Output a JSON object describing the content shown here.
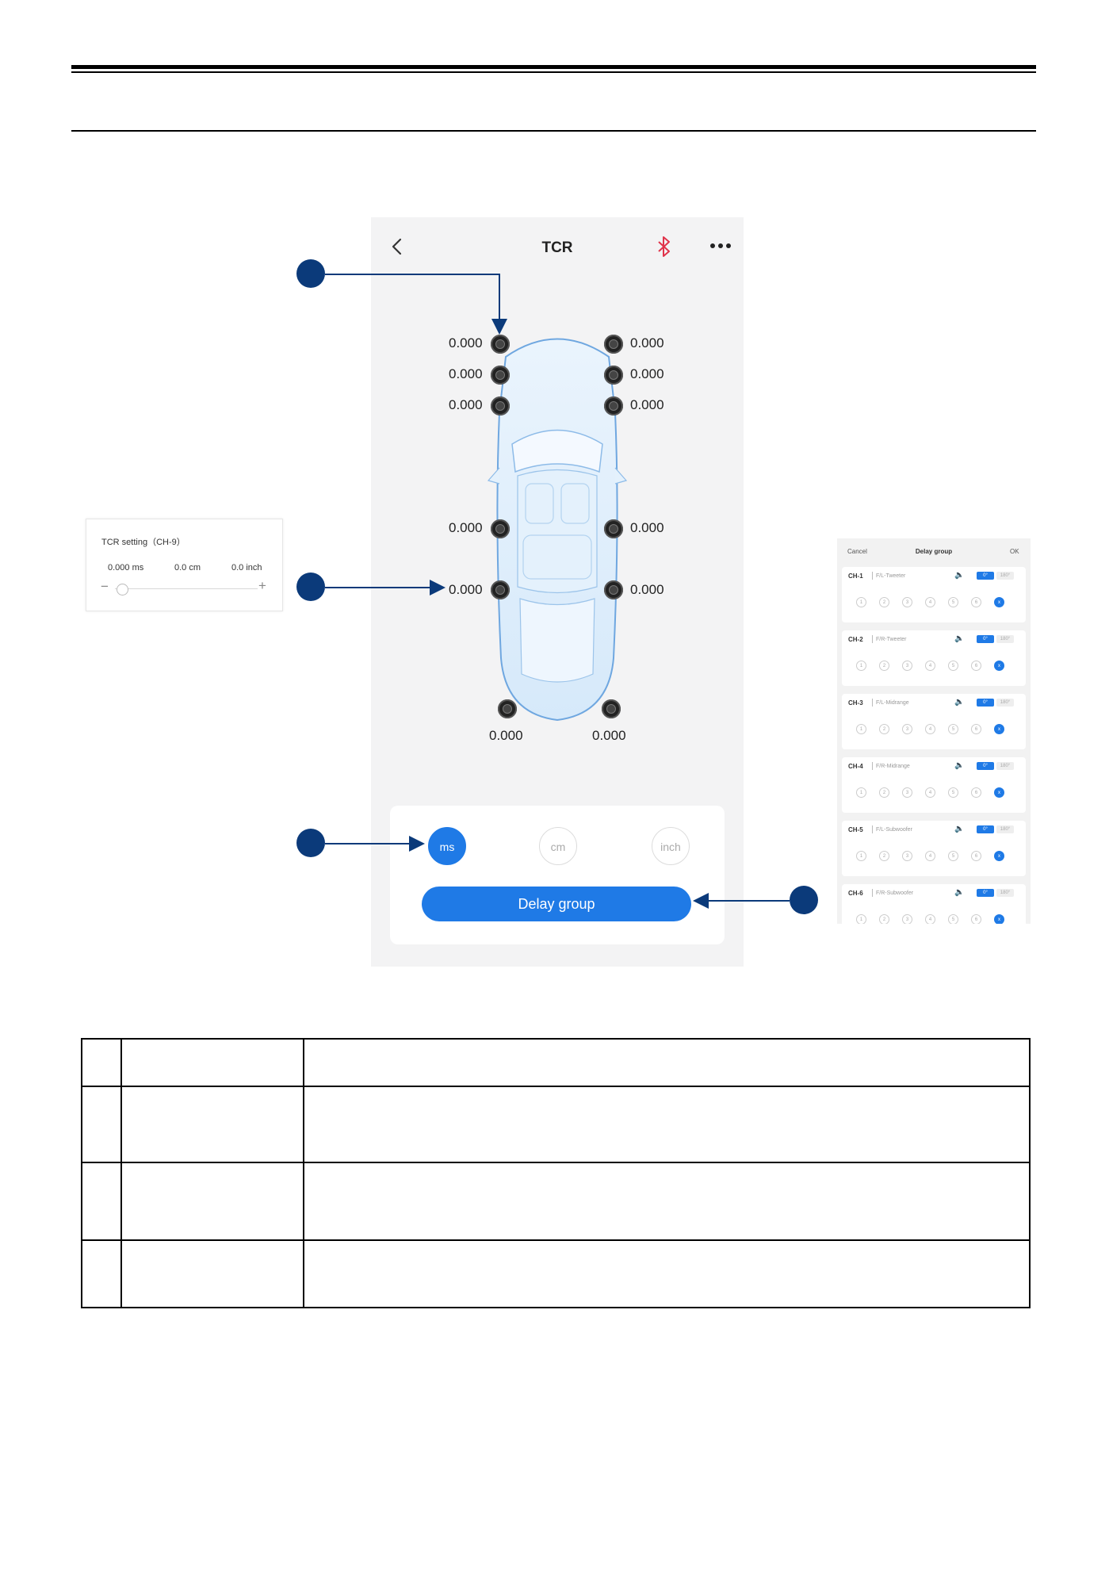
{
  "phone": {
    "title": "TCR",
    "speakers_left": [
      "0.000",
      "0.000",
      "0.000",
      "0.000",
      "0.000"
    ],
    "speakers_right": [
      "0.000",
      "0.000",
      "0.000",
      "0.000",
      "0.000"
    ],
    "subwoofers": [
      "0.000",
      "0.000"
    ],
    "units": [
      "ms",
      "cm",
      "inch"
    ],
    "active_unit": "ms",
    "delay_group_label": "Delay group",
    "accent_color": "#1f7ae6",
    "bluetooth_color": "#e0334a"
  },
  "tcr_setting": {
    "title": "TCR setting（CH-9）",
    "ms": "0.000 ms",
    "cm": "0.0 cm",
    "inch": "0.0 inch",
    "minus": "−",
    "plus": "+"
  },
  "delay_group": {
    "cancel": "Cancel",
    "title": "Delay group",
    "ok": "OK",
    "deg_on": "0°",
    "deg_off": "180°",
    "numbers": [
      "1",
      "2",
      "3",
      "4",
      "5",
      "6",
      "x"
    ],
    "channels": [
      {
        "ch": "CH-1",
        "name": "F/L-Tweeter"
      },
      {
        "ch": "CH-2",
        "name": "F/R-Tweeter"
      },
      {
        "ch": "CH-3",
        "name": "F/L-Midrange"
      },
      {
        "ch": "CH-4",
        "name": "F/R-Midrange"
      },
      {
        "ch": "CH-5",
        "name": "F/L-Subwoofer"
      },
      {
        "ch": "CH-6",
        "name": "F/R-Subwoofer"
      }
    ]
  }
}
